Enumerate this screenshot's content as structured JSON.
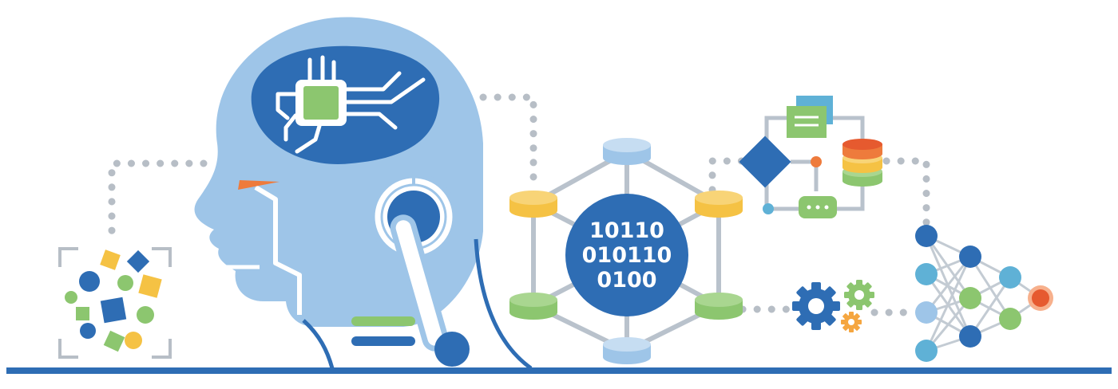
{
  "illustration": {
    "binary_lines": [
      "10110",
      "010110",
      "0100"
    ],
    "colors": {
      "primary_blue": "#2e6db4",
      "light_blue": "#9ec5e8",
      "pale_blue": "#c6ddf2",
      "green": "#8cc66f",
      "yellow": "#f5c244",
      "orange": "#ee7b3c",
      "red_orange": "#e65a2f",
      "teal": "#5fb1d6",
      "gray_dots": "#b7bec6",
      "connector_gray": "#b9c2cc",
      "ground_line": "#2e6db4"
    },
    "icons": [
      "robot-head-icon",
      "circuit-chip-icon",
      "robot-eye-icon",
      "robot-arm-joint-icon",
      "scattered-shapes-icon",
      "binary-hub-icon",
      "database-stack-icon",
      "flowchart-diamond-icon",
      "document-card-icon",
      "gear-cluster-icon",
      "neural-network-icon"
    ]
  }
}
